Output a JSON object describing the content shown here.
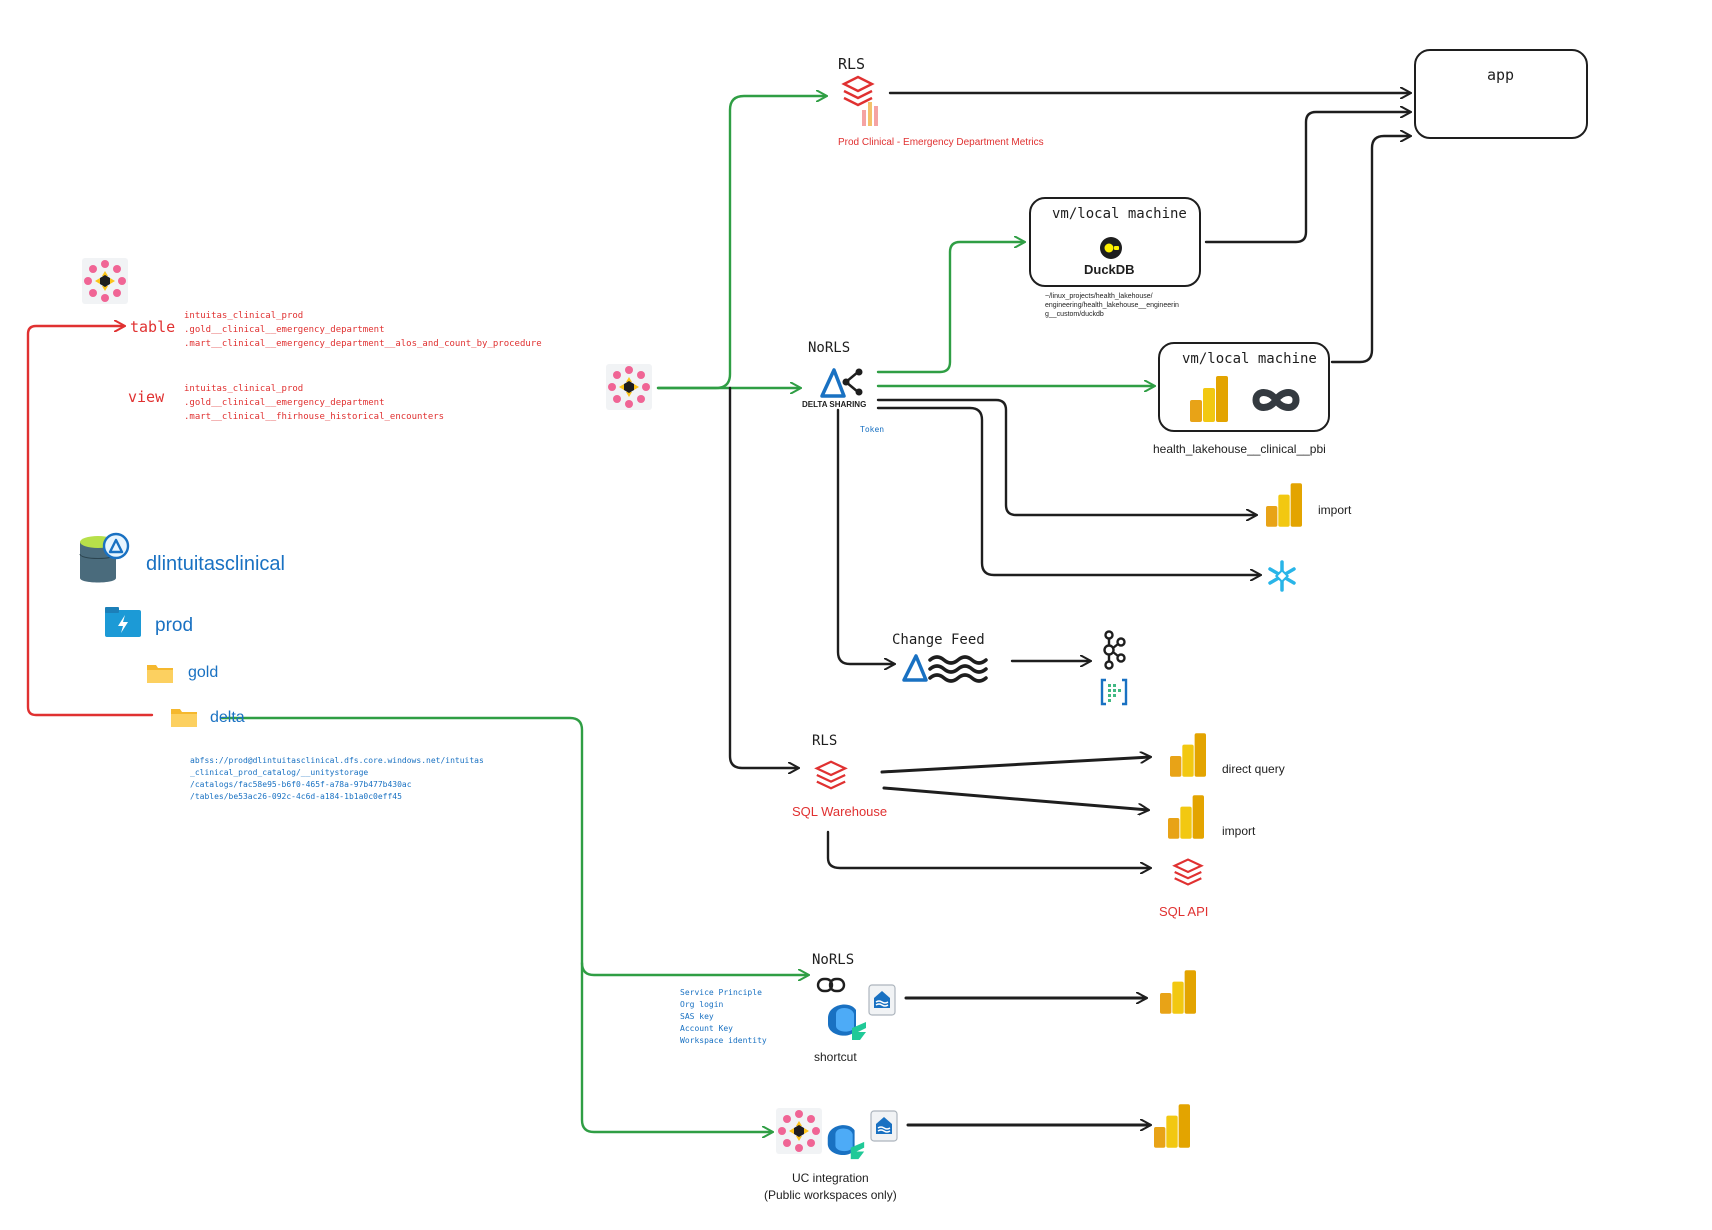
{
  "rls_top": {
    "label": "RLS",
    "caption": "Prod Clinical - Emergency Department Metrics"
  },
  "app": {
    "label": "app"
  },
  "vm_duckdb": {
    "title": "vm/local machine",
    "logo_text": "DuckDB",
    "path_lines": [
      "~/linux_projects/health_lakehouse/",
      "engineering/health_lakehouse__engineerin",
      "g__custom/duckdb"
    ]
  },
  "vm_pbi": {
    "title": "vm/local machine",
    "caption": "health_lakehouse__clinical__pbi"
  },
  "norls_sharing": {
    "label": "NoRLS",
    "logo_text": "DELTA SHARING",
    "token": "Token"
  },
  "import_top": "import",
  "change_feed": {
    "label": "Change Feed"
  },
  "rls_sql": {
    "label": "RLS",
    "caption": "SQL Warehouse"
  },
  "direct_query": "direct query",
  "import_sql": "import",
  "sql_api": "SQL API",
  "norls_shortcut": {
    "label": "NoRLS",
    "caption": "shortcut",
    "auth": [
      "Service Principle",
      "Org login",
      "SAS key",
      "Account Key",
      "Workspace identity"
    ]
  },
  "uc_integration": {
    "line1": "UC integration",
    "line2": "(Public workspaces only)"
  },
  "table": {
    "label": "table",
    "lines": [
      "intuitas_clinical_prod",
      ".gold__clinical__emergency_department",
      ".mart__clinical__emergency_department__alos_and_count_by_procedure"
    ]
  },
  "view": {
    "label": "view",
    "lines": [
      "intuitas_clinical_prod",
      ".gold__clinical__emergency_department",
      ".mart__clinical__fhirhouse_historical_encounters"
    ]
  },
  "storage": {
    "account": "dlintuitasclinical",
    "container": "prod",
    "folder_gold": "gold",
    "folder_delta": "delta"
  },
  "abfss": [
    "abfss://prod@dlintuitasclinical.dfs.core.windows.net/intuitas",
    "_clinical_prod_catalog/__unitystorage",
    "/catalogs/fac58e95-b6f0-465f-a78a-97b477b430ac",
    "/tables/be53ac26-092c-4c6d-a184-1b1a0c0eff45"
  ],
  "colors": {
    "green": "#2f9e44",
    "red": "#e03131",
    "black": "#1e1e1e",
    "blue": "#1971c2",
    "pbi": "#f2c811",
    "snow": "#29b5e8"
  }
}
